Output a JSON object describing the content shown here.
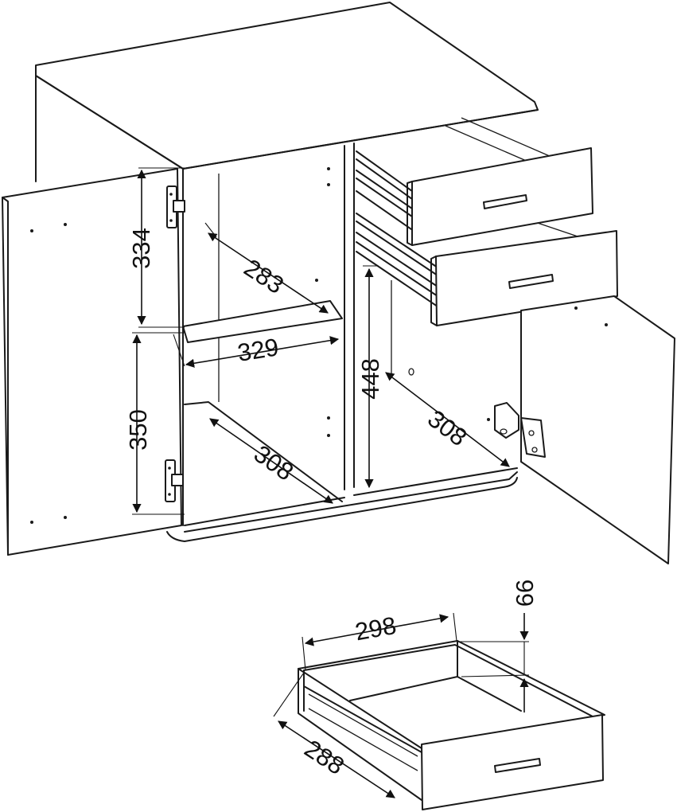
{
  "dimensions": {
    "upper_shelf_height": "334",
    "upper_shelf_depth": "283",
    "shelf_width": "329",
    "lower_shelf_height": "350",
    "lower_shelf_depth": "308",
    "right_compartment_height": "448",
    "right_compartment_depth": "308",
    "drawer_width": "298",
    "drawer_height": "66",
    "drawer_depth": "288"
  }
}
